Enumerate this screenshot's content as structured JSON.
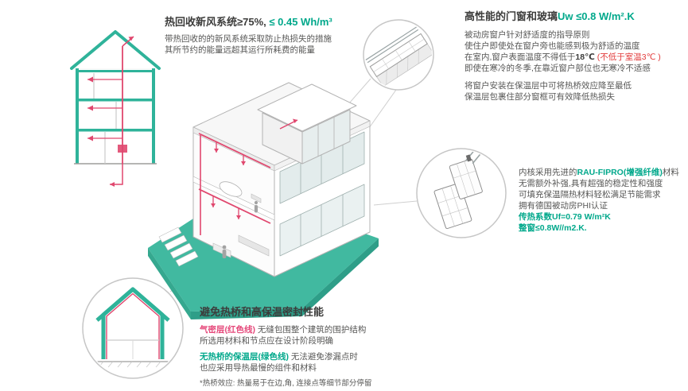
{
  "colors": {
    "teal": "#2fb39a",
    "green": "#00a88b",
    "red": "#e23a3a",
    "magenta": "#e5487a",
    "duct_red": "#e0476e",
    "dark": "#3c3c3b",
    "body": "#575756",
    "line_gray": "#c6c6c6"
  },
  "hrv": {
    "title_main": "热回收新风系统≥75%,",
    "title_value": " ≤ 0.45 Wh/m³",
    "line1": "带热回收的的新风系统采取防止热损失的措施",
    "line2": "其所节约的能量远超其运行所耗费的能量"
  },
  "windows": {
    "title_main": "高性能的门窗和玻璃",
    "title_value": "Uw ≤0.8 W/m².K",
    "line1": "被动房窗户针对舒适度的指导原则",
    "line2": "使住户即使处在窗户旁也能感到极为舒适的温度",
    "line3_a": "在室内,窗户表面温度不得低于",
    "line3_b": "18℃ ",
    "line3_c": "(不低于室温3℃ )",
    "line4": "即使在寒冷的冬季,在靠近窗户部位也无寒冷不适感",
    "line5": "将窗户安装在保温层中可将热桥效应降至最低",
    "line6": "保温层包裹住部分窗框可有效降低热损失"
  },
  "profile": {
    "line1_a": "内核采用先进的",
    "line1_b": "RAU-FIPRO(增强纤维)",
    "line1_c": "材料",
    "line2": "无需额外补强,具有超强的稳定性和强度",
    "line3": "可填充保温隔热材料轻松满足节能需求",
    "line4": "拥有德国被动房PHI认证",
    "line5": "传热系数Uf=0.79 W/m²K",
    "line6": "整窗≤0.8W//m2.K."
  },
  "thermal": {
    "title": "避免热桥和高保温密封性能",
    "line1_a": "气密层(红色线)",
    "line1_b": " 无缝包围整个建筑的围护结构",
    "line2": "所选用材料和节点应在设计阶段明确",
    "line3_a": "无热桥的保温层(绿色线)",
    "line3_b": " 无法避免渗漏点时",
    "line4": "也应采用导热最慢的组件和材料",
    "note": "*热桥效应: 热量易于在边,角, 连接点等细节部分停留"
  }
}
